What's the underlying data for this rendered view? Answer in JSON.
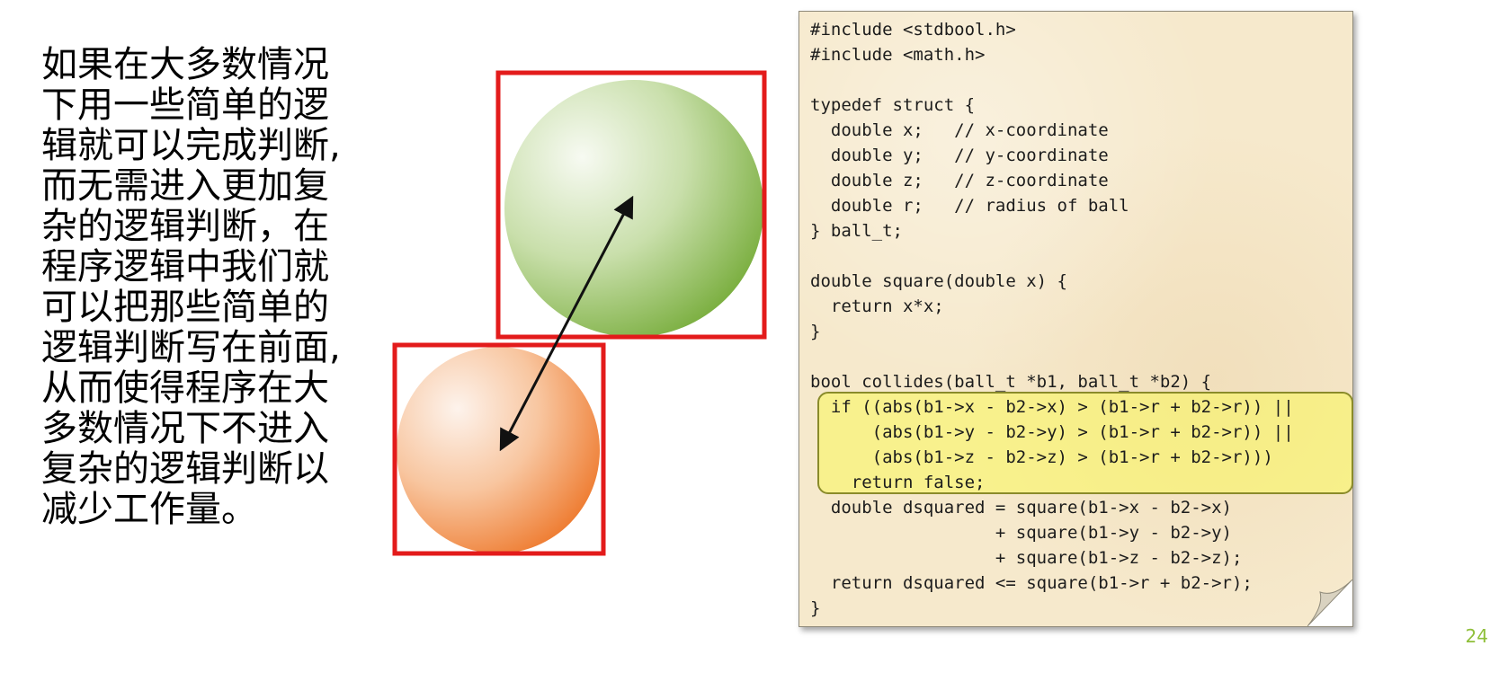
{
  "explanation": {
    "lines": [
      "如果在大多数情况",
      "下用一些简单的逻",
      "辑就可以完成判断,",
      "而无需进入更加复",
      "杂的逻辑判断，在",
      "程序逻辑中我们就",
      "可以把那些简单的",
      "逻辑判断写在前面,",
      "从而使得程序在大",
      "多数情况下不进入",
      "复杂的逻辑判断以",
      "减少工作量。"
    ]
  },
  "code": {
    "lines": [
      "#include <stdbool.h>",
      "#include <math.h>",
      "",
      "typedef struct {",
      "  double x;   // x-coordinate",
      "  double y;   // y-coordinate",
      "  double z;   // z-coordinate",
      "  double r;   // radius of ball",
      "} ball_t;",
      "",
      "double square(double x) {",
      "  return x*x;",
      "}",
      "",
      "bool collides(ball_t *b1, ball_t *b2) {",
      "  if ((abs(b1->x - b2->x) > (b1->r + b2->r)) ||",
      "      (abs(b1->y - b2->y) > (b1->r + b2->r)) ||",
      "      (abs(b1->z - b2->z) > (b1->r + b2->r)))",
      "    return false;",
      "  double dsquared = square(b1->x - b2->x)",
      "                  + square(b1->y - b2->y)",
      "                  + square(b1->z - b2->z);",
      "  return dsquared <= square(b1->r + b2->r);",
      "}"
    ]
  },
  "colors": {
    "bounding_box": "#e31b1b",
    "green_ball": "#8bbf4e",
    "orange_ball": "#f29552",
    "highlight": "#faf85a",
    "page_number": "#8fbf3a",
    "card_background": "#f6e9cc"
  },
  "page_number": "24"
}
